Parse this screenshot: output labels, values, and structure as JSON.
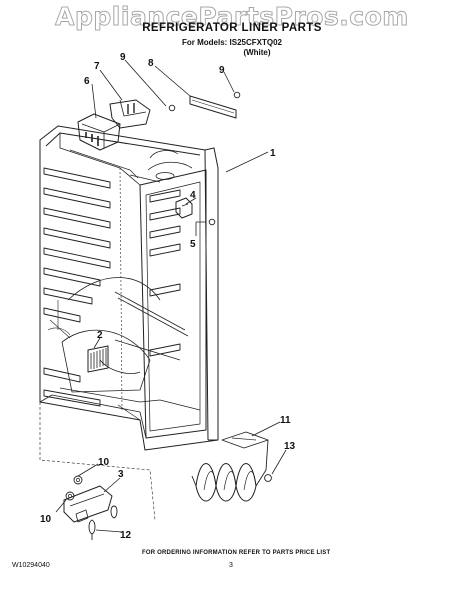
{
  "watermark": "AppliancePartsPros.com",
  "header": {
    "title": "REFRIGERATOR LINER PARTS",
    "models": "For Models: IS25CFXTQ02",
    "color": "(White)"
  },
  "callouts": [
    "1",
    "2",
    "3",
    "4",
    "5",
    "6",
    "7",
    "8",
    "9",
    "9",
    "10",
    "10",
    "11",
    "12",
    "13"
  ],
  "footer": {
    "ordering_note": "FOR ORDERING INFORMATION REFER TO PARTS PRICE LIST",
    "doc_number": "W10294040",
    "page_number": "3"
  }
}
